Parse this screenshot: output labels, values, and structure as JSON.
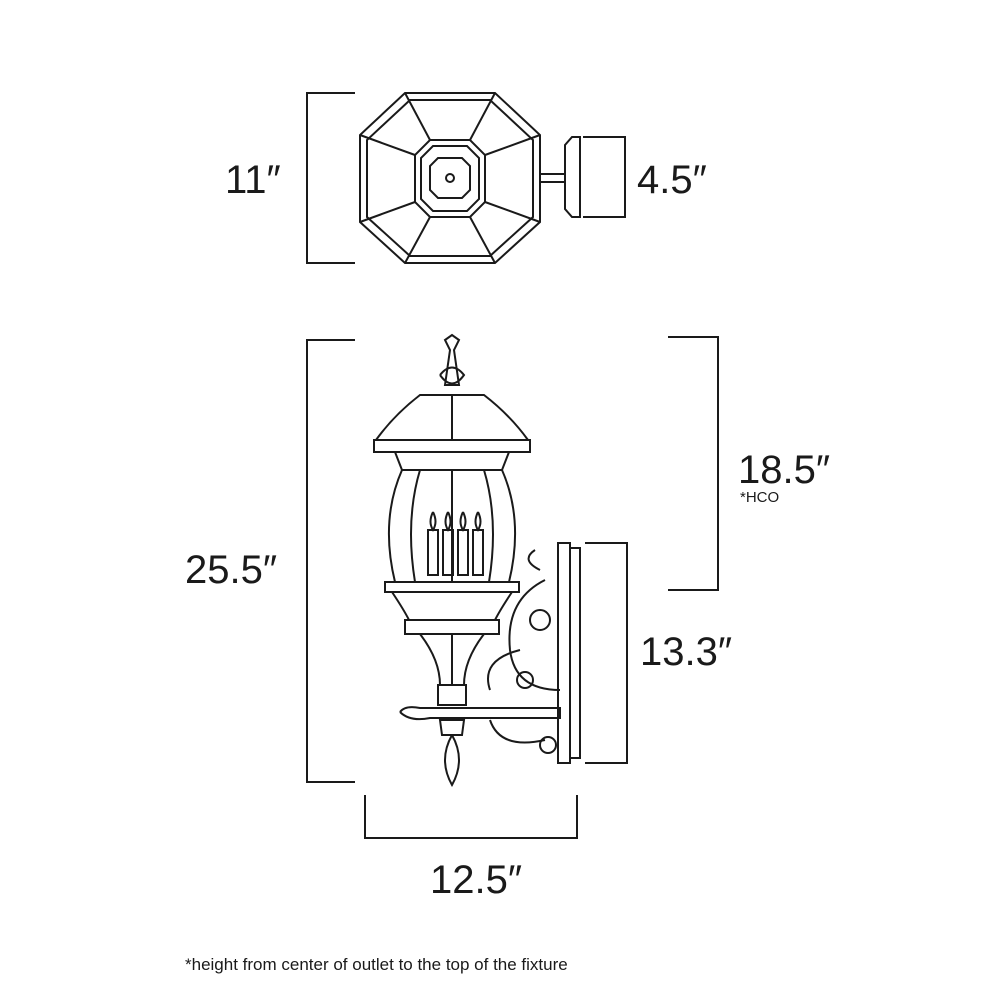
{
  "dimensions": {
    "top_depth": "11″",
    "backplate_width": "4.5″",
    "overall_height": "25.5″",
    "hco": "18.5″",
    "hco_marker": "*HCO",
    "backplate_height": "13.3″",
    "width": "12.5″"
  },
  "footnote": "*height from center of outlet to the top of the fixture",
  "colors": {
    "line": "#1a1a1a",
    "background": "#ffffff"
  }
}
